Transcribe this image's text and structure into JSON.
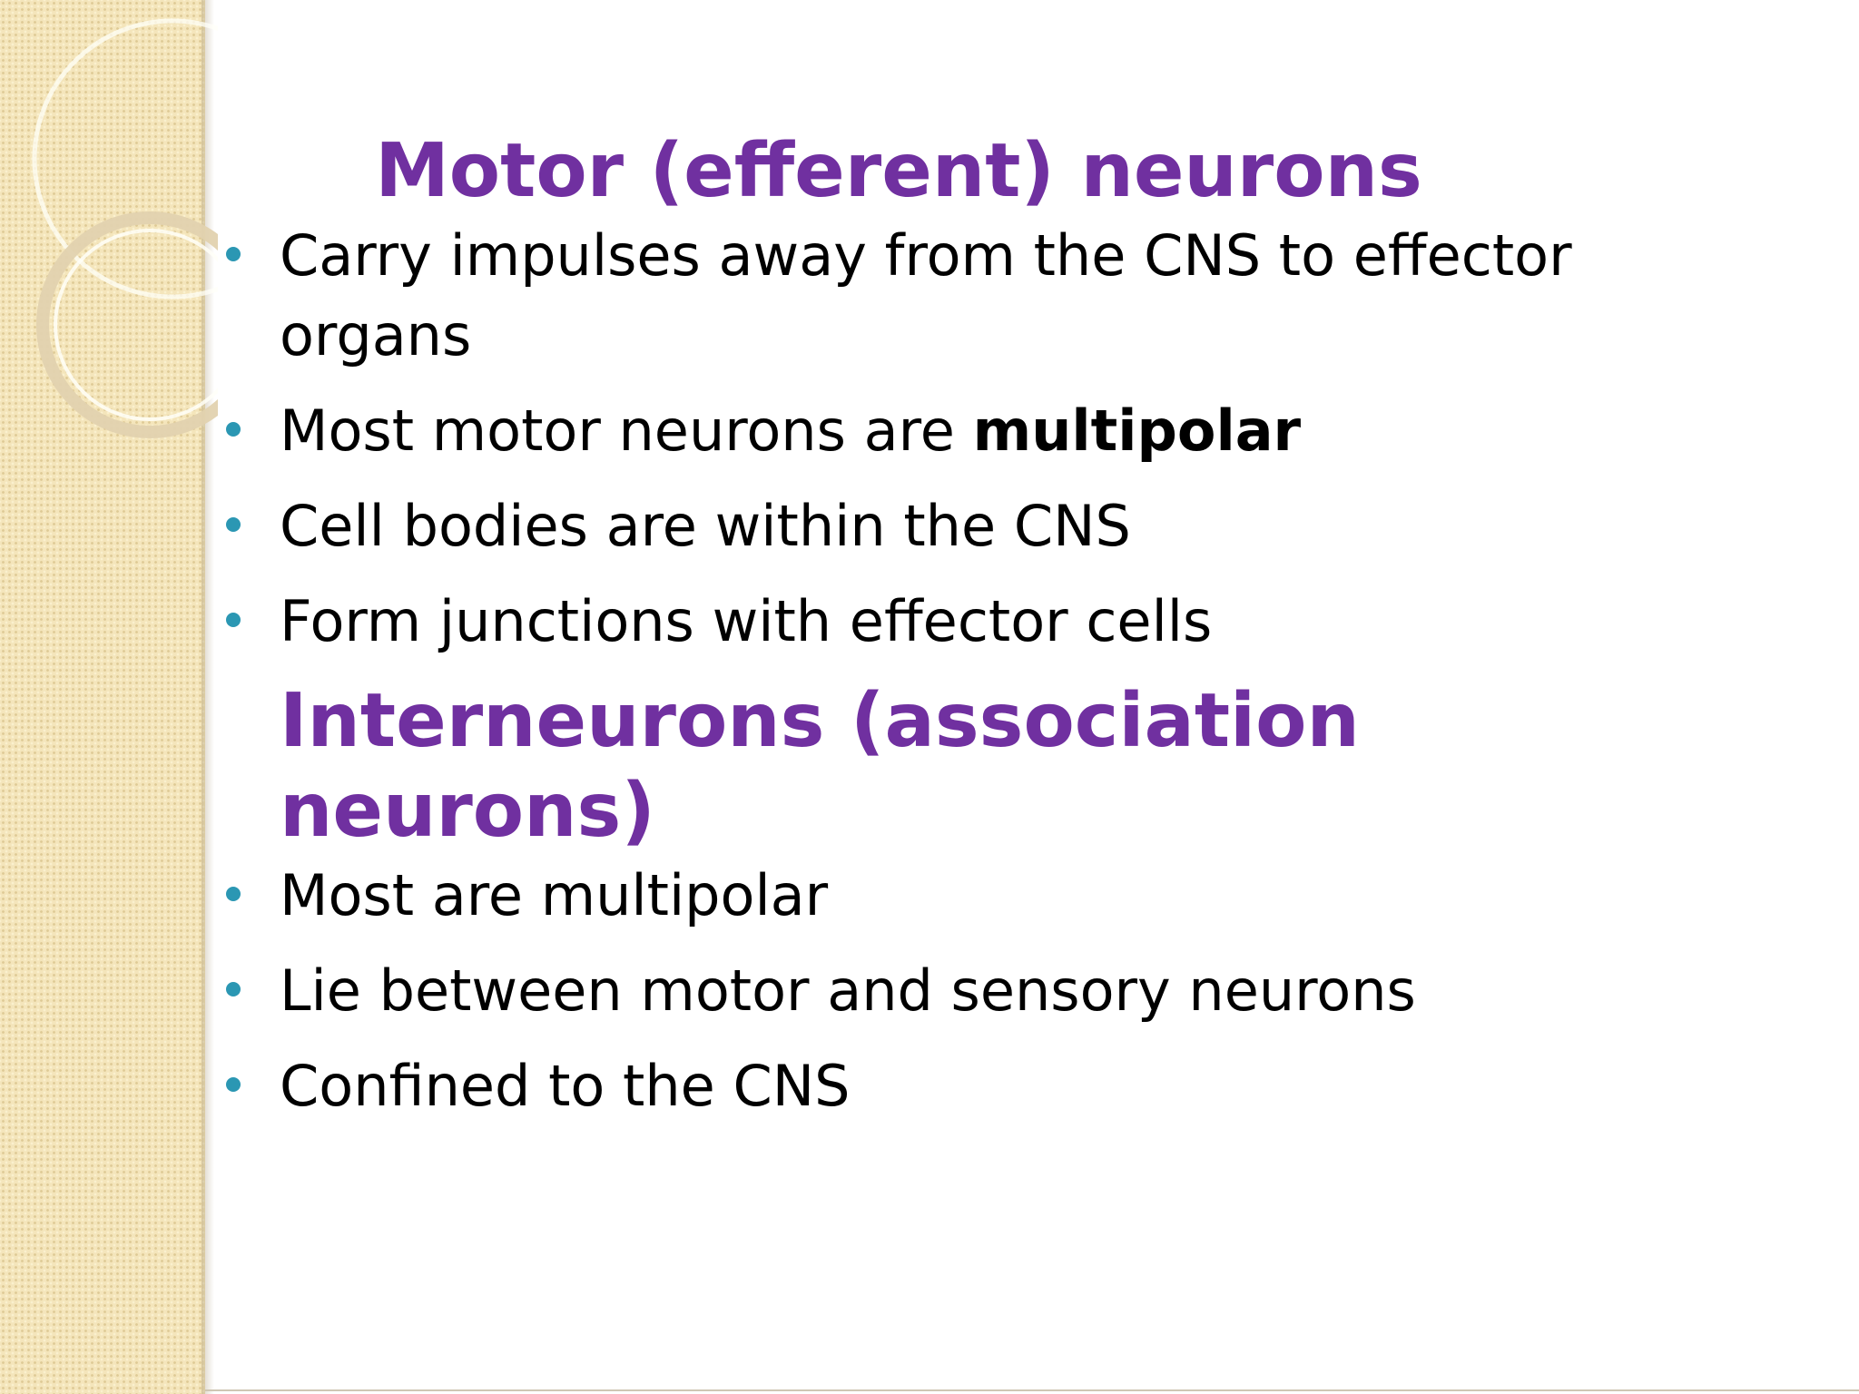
{
  "slide": {
    "section1": {
      "heading": "Motor (efferent) neurons",
      "bullets": [
        {
          "text": "Carry impulses away from the CNS to effector organs",
          "bold": ""
        },
        {
          "text": "Most motor neurons are ",
          "bold": "multipolar"
        },
        {
          "text": "Cell bodies are within the CNS",
          "bold": ""
        },
        {
          "text": "Form junctions with effector cells",
          "bold": ""
        }
      ]
    },
    "section2": {
      "heading": "Interneurons (association neurons)",
      "bullets": [
        {
          "text": "Most are multipolar",
          "bold": ""
        },
        {
          "text": "Lie between motor and sensory neurons",
          "bold": ""
        },
        {
          "text": "Confined to the CNS",
          "bold": ""
        }
      ]
    }
  },
  "colors": {
    "heading": "#7030a0",
    "bullet": "#2b97b3",
    "body_text": "#000000",
    "side_band": "#f4e5bb"
  }
}
